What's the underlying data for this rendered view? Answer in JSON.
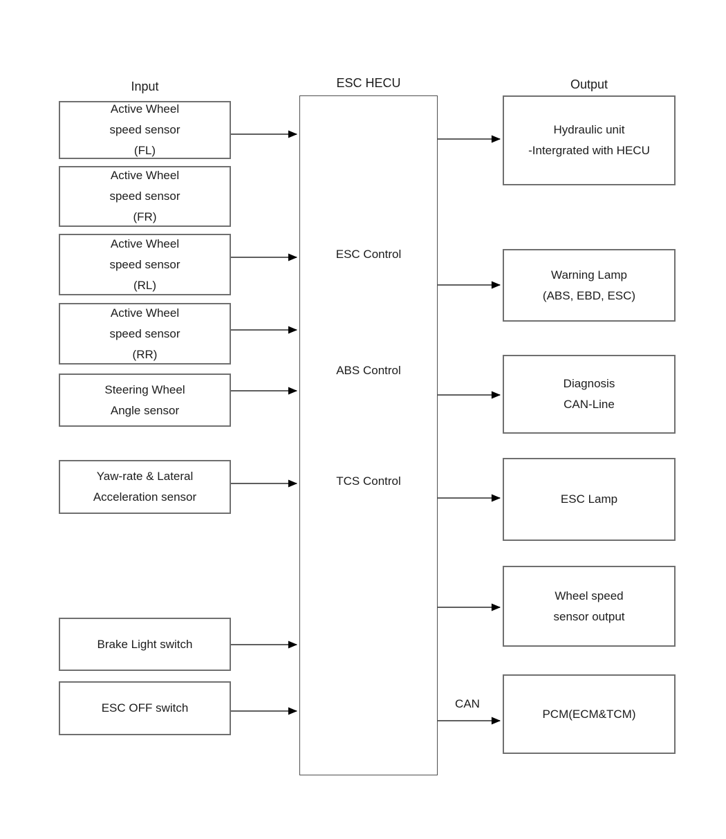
{
  "diagram": {
    "titles": {
      "input": "Input",
      "center": "ESC HECU",
      "output": "Output"
    },
    "inputs": [
      {
        "lines": [
          "Active Wheel",
          "speed sensor",
          "(FL)"
        ]
      },
      {
        "lines": [
          "Active Wheel",
          "speed sensor",
          "(FR)"
        ]
      },
      {
        "lines": [
          "Active Wheel",
          "speed sensor",
          "(RL)"
        ]
      },
      {
        "lines": [
          "Active Wheel",
          "speed sensor",
          "(RR)"
        ]
      },
      {
        "lines": [
          "Steering Wheel",
          "Angle sensor"
        ]
      },
      {
        "lines": [
          "Yaw-rate & Lateral",
          "Acceleration sensor"
        ]
      },
      {
        "lines": [
          "Brake Light switch"
        ]
      },
      {
        "lines": [
          "ESC OFF switch"
        ]
      }
    ],
    "center_labels": [
      "ESC Control",
      "ABS Control",
      "TCS Control"
    ],
    "outputs": [
      {
        "lines": [
          "Hydraulic unit",
          "-Intergrated with HECU"
        ]
      },
      {
        "lines": [
          "Warning Lamp",
          "(ABS, EBD, ESC)"
        ]
      },
      {
        "lines": [
          "Diagnosis",
          "CAN-Line"
        ]
      },
      {
        "lines": [
          "ESC Lamp"
        ]
      },
      {
        "lines": [
          "Wheel speed",
          "sensor output"
        ]
      },
      {
        "lines": [
          "PCM(ECM&TCM)"
        ]
      }
    ],
    "can_label": "CAN",
    "connections": [
      {
        "from": "Active Wheel speed sensor (FL)",
        "to": "ESC HECU",
        "label": ""
      },
      {
        "from": "Active Wheel speed sensor (RL)",
        "to": "ESC HECU",
        "label": ""
      },
      {
        "from": "Active Wheel speed sensor (RR)",
        "to": "ESC HECU",
        "label": ""
      },
      {
        "from": "Steering Wheel Angle sensor",
        "to": "ESC HECU",
        "label": ""
      },
      {
        "from": "Yaw-rate & Lateral Acceleration sensor",
        "to": "ESC HECU",
        "label": ""
      },
      {
        "from": "Brake Light switch",
        "to": "ESC HECU",
        "label": ""
      },
      {
        "from": "ESC OFF switch",
        "to": "ESC HECU",
        "label": ""
      },
      {
        "from": "ESC HECU",
        "to": "Hydraulic unit -Intergrated with HECU",
        "label": ""
      },
      {
        "from": "ESC HECU",
        "to": "Warning Lamp (ABS, EBD, ESC)",
        "label": ""
      },
      {
        "from": "ESC HECU",
        "to": "Diagnosis CAN-Line",
        "label": ""
      },
      {
        "from": "ESC HECU",
        "to": "ESC Lamp",
        "label": ""
      },
      {
        "from": "ESC HECU",
        "to": "Wheel speed sensor output",
        "label": ""
      },
      {
        "from": "ESC HECU",
        "to": "PCM(ECM&TCM)",
        "label": "CAN"
      }
    ],
    "colors": {
      "background": "#ffffff",
      "box_border": "#6f6f6f",
      "text": "#1c1c1c",
      "connector_line": "#474747",
      "arrowhead": "#000000"
    }
  }
}
